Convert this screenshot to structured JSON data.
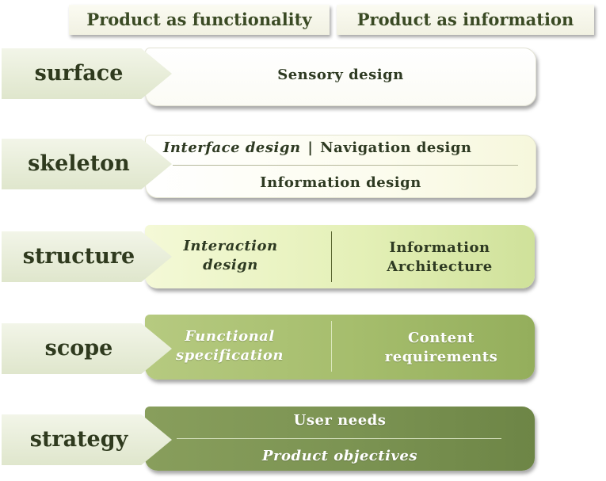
{
  "headers": {
    "functionality": "Product as functionality",
    "information": "Product as information"
  },
  "planes": {
    "surface": {
      "label": "surface",
      "content": "Sensory design"
    },
    "skeleton": {
      "label": "skeleton",
      "interface": "Interface design",
      "separator": "|",
      "navigation": "Navigation design",
      "information": "Information design"
    },
    "structure": {
      "label": "structure",
      "left": "Interaction\ndesign",
      "right": "Information\nArchitecture"
    },
    "scope": {
      "label": "scope",
      "left": "Functional\nspecification",
      "right": "Content\nrequirements"
    },
    "strategy": {
      "label": "strategy",
      "top": "User needs",
      "bottom": "Product objectives"
    }
  },
  "colors": {
    "surface": "#ffffff",
    "skeleton": "#fbfce9",
    "structure": "#dfeeae",
    "scope": "#a9c06f",
    "strategy": "#7b9352",
    "text_dark": "#2e3a22"
  }
}
